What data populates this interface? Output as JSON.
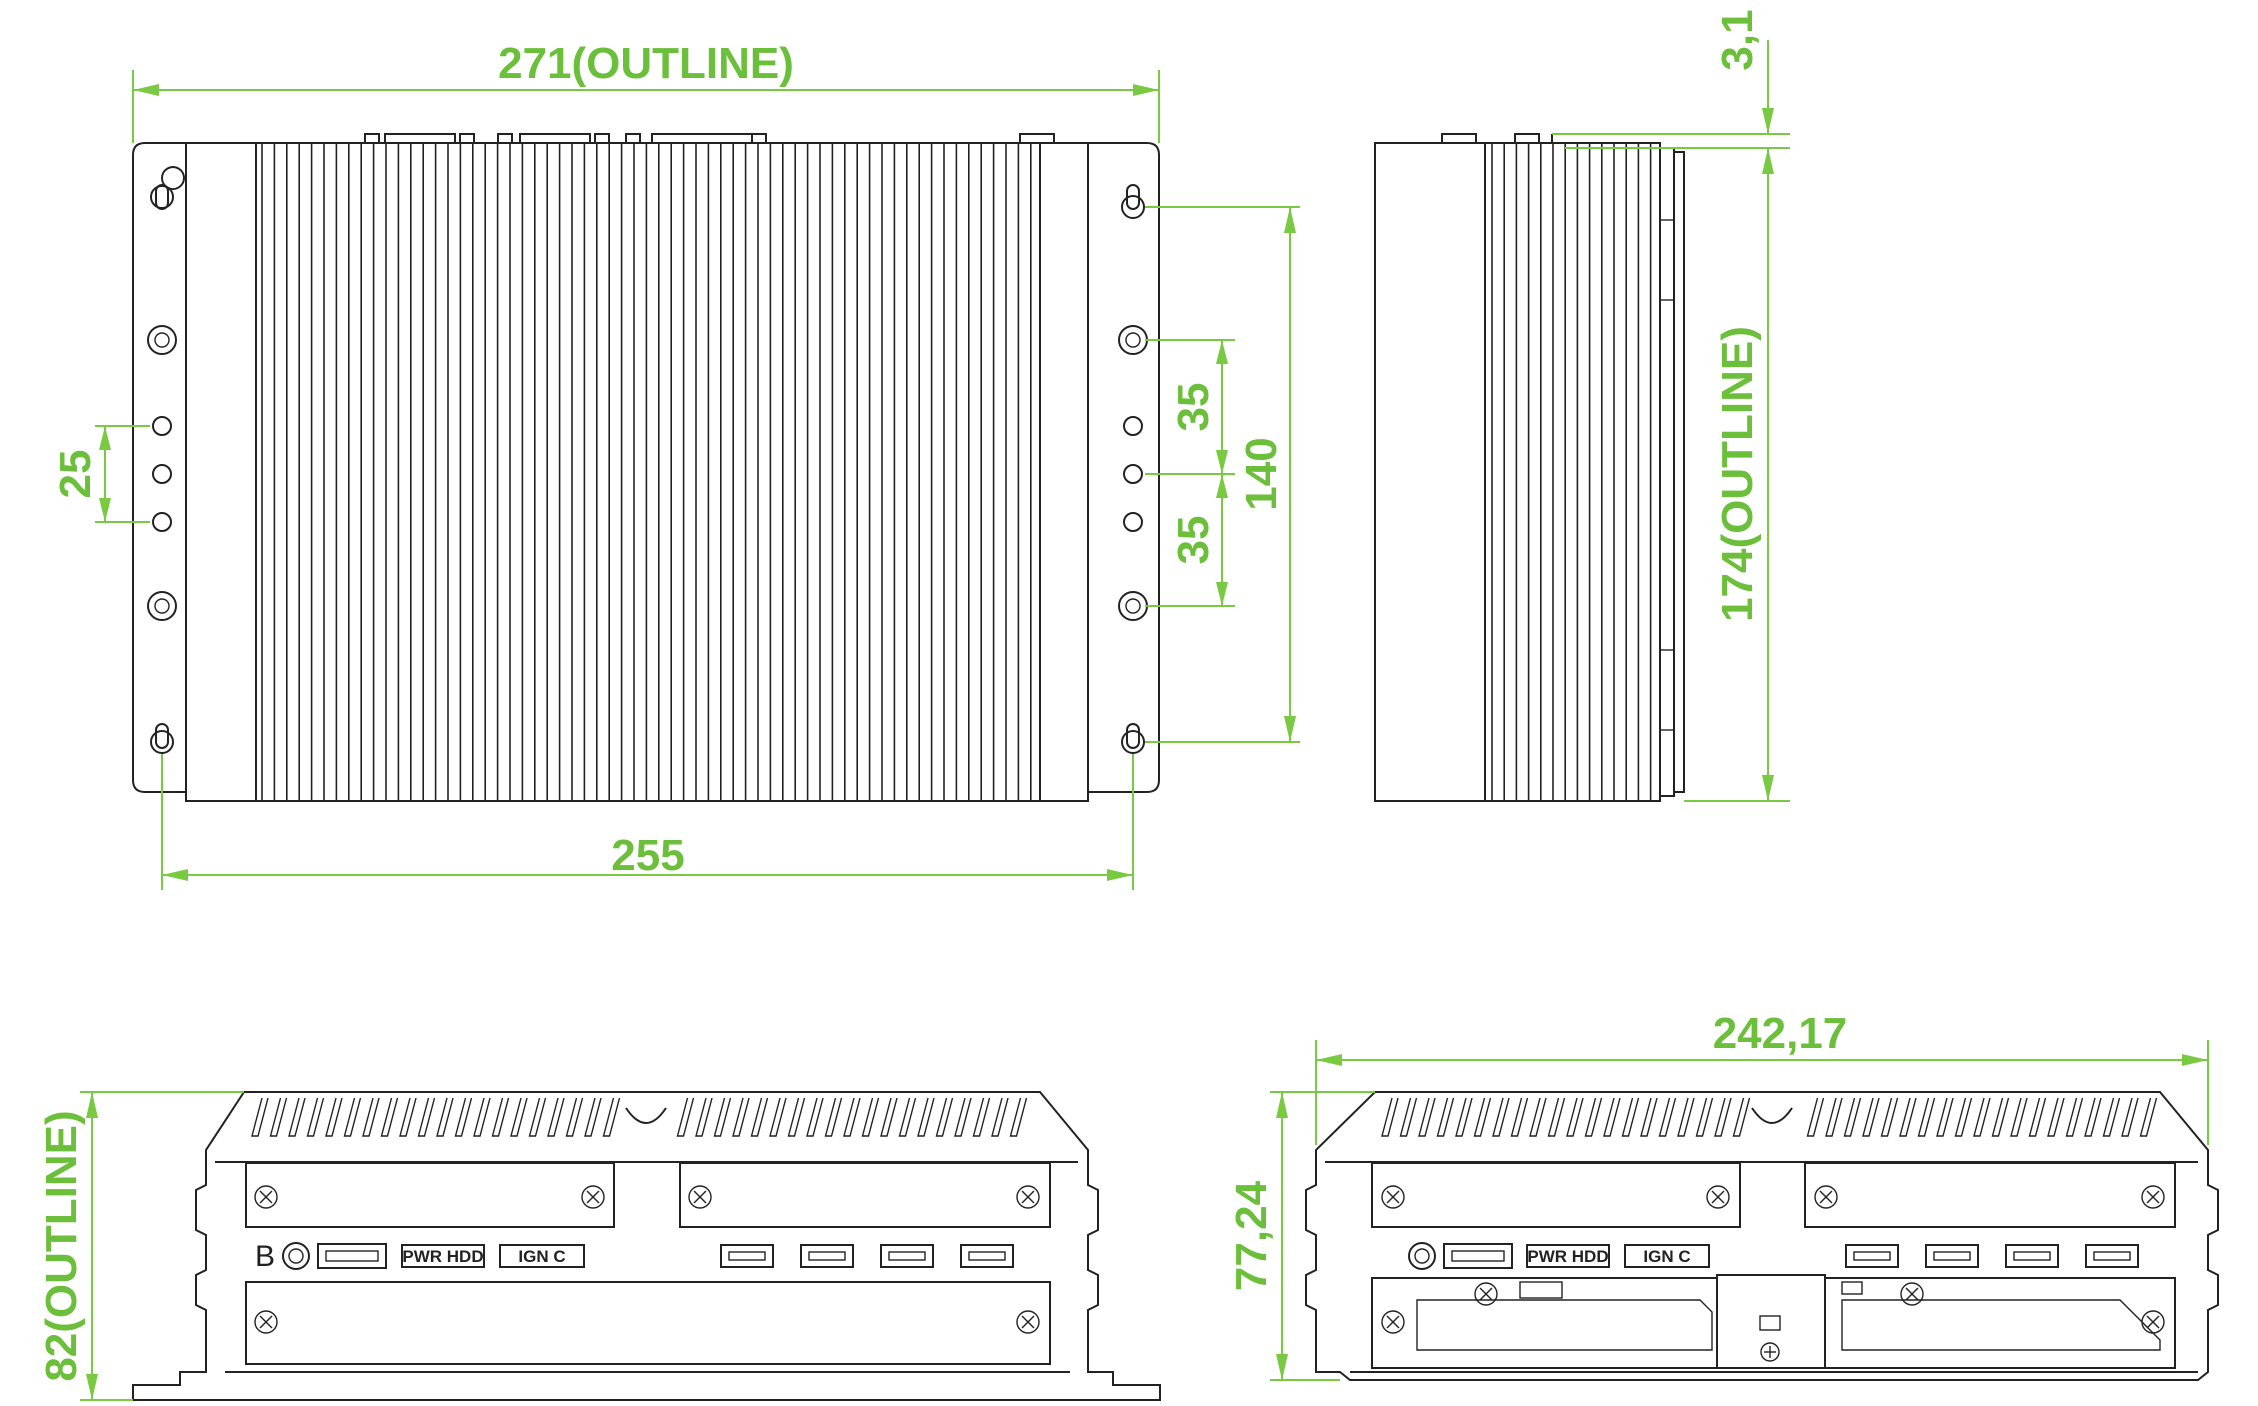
{
  "dimensions": {
    "top_width_outline": "271(OUTLINE)",
    "top_width_mount": "255",
    "left_hole_pitch": "25",
    "right_pitch_upper": "35",
    "right_pitch_lower": "35",
    "right_pitch_total": "140",
    "side_depth_outline": "174(OUTLINE)",
    "side_offset": "3,1",
    "front_height_outline": "82(OUTLINE)",
    "rear_width": "242,17",
    "rear_height": "77,24"
  },
  "panel_labels": {
    "front_b": "B",
    "front_pwr_hdd": "PWR HDD",
    "front_ign_c": "IGN   C",
    "rear_pwr_hdd": "PWR HDD",
    "rear_ign_c": "IGN   C"
  },
  "colors": {
    "line": "#222222",
    "dimension": "#7ac943",
    "dimension_text": "#6cbf3a",
    "background": "#ffffff"
  }
}
